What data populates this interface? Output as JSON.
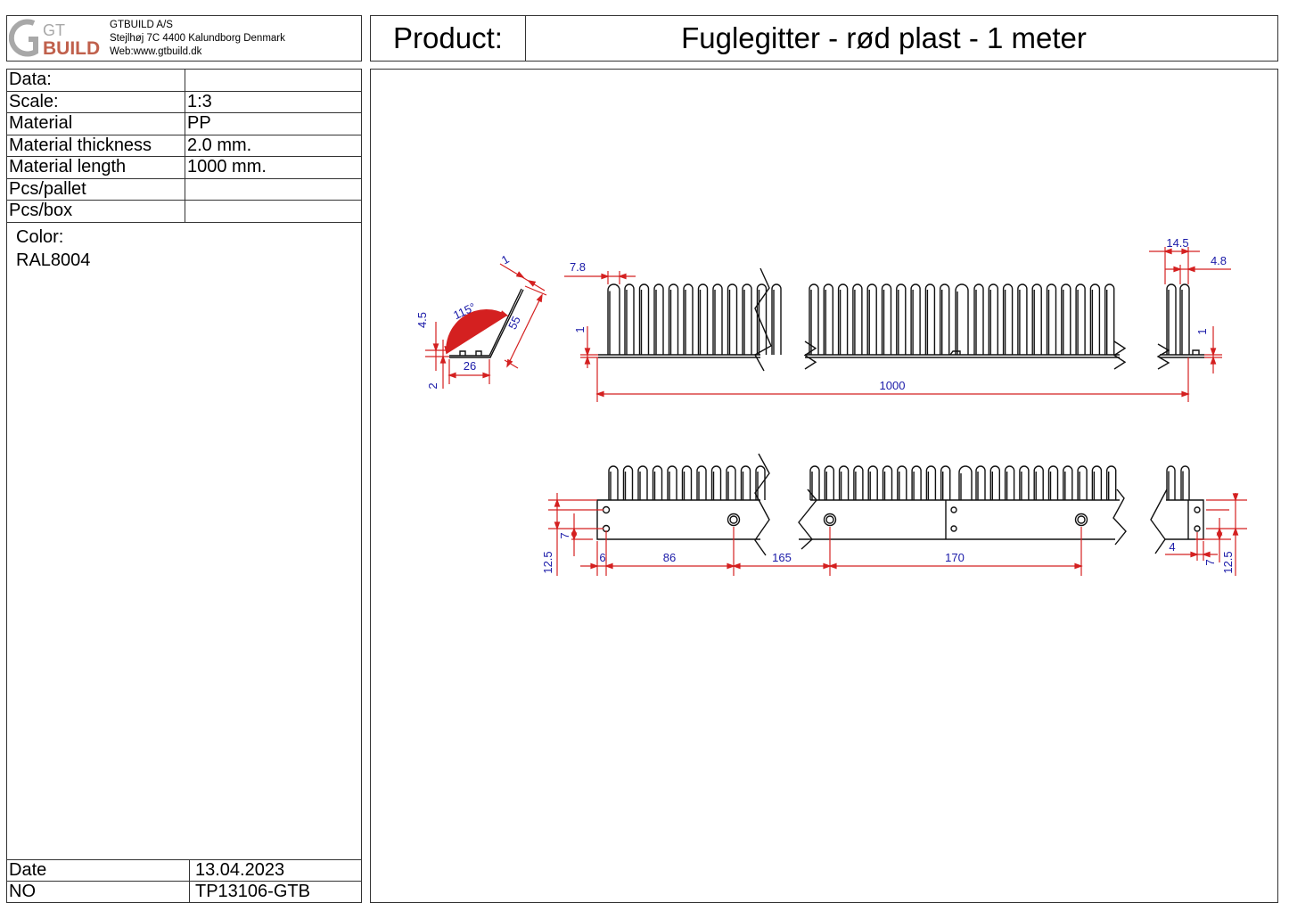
{
  "header": {
    "logo": {
      "line1": "GT",
      "line2": "BUILD",
      "accent_color": "#c0503c",
      "mark_color": "#9a9a9a"
    },
    "company": {
      "name": "GTBUILD A/S",
      "address": "Stejlhøj 7C 4400 Kalundborg Denmark",
      "web": "Web:www.gtbuild.dk"
    },
    "product_label": "Product:",
    "product_title": "Fuglegitter - rød plast -  1 meter"
  },
  "specs": [
    {
      "label": "Data:",
      "value": ""
    },
    {
      "label": "Scale:",
      "value": "1:3"
    },
    {
      "label": "Material",
      "value": "PP"
    },
    {
      "label": "Material thickness",
      "value": "2.0 mm."
    },
    {
      "label": "Material length",
      "value": "1000 mm."
    },
    {
      "label": "Pcs/pallet",
      "value": ""
    },
    {
      "label": "Pcs/box",
      "value": ""
    }
  ],
  "color": {
    "label": "Color:",
    "value": "RAL8004"
  },
  "footer": {
    "date_label": "Date",
    "date_value": "13.04.2023",
    "no_label": "NO",
    "no_value": "TP13106-GTB"
  },
  "drawing": {
    "dimension_color": "#d42020",
    "dimension_text_color": "#1a1aa8",
    "side_view": {
      "angle": "115°",
      "leg": "55",
      "thickness": "1",
      "base": "26",
      "d45": "4.5",
      "d2": "2"
    },
    "front_view": {
      "pitch": "7.8",
      "base_thk": "1",
      "length": "1000",
      "end_width": "14.5",
      "end_gap": "4.8",
      "end_thk": "1"
    },
    "bottom_view": {
      "d12_5": "12.5",
      "d7": "7",
      "d6": "6",
      "d86": "86",
      "d165": "165",
      "d170": "170",
      "r4": "4",
      "r7": "7",
      "r12_5": "12.5"
    }
  }
}
